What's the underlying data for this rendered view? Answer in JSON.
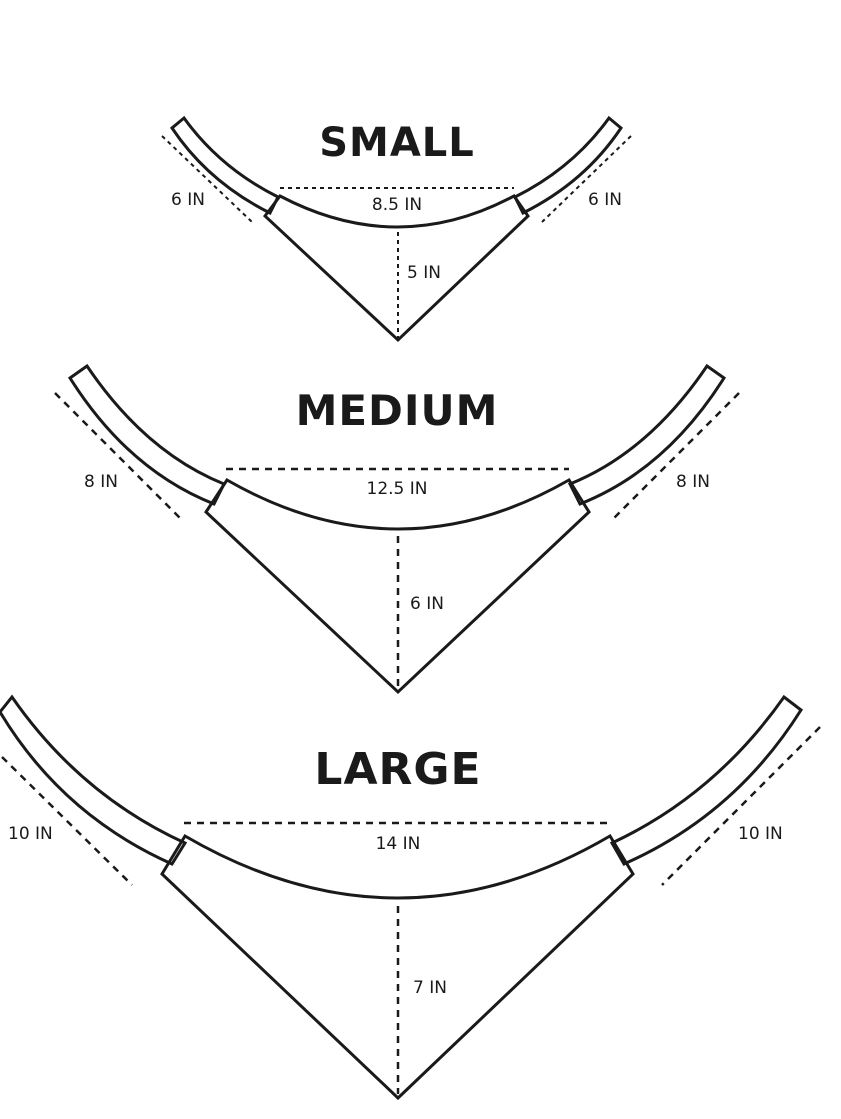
{
  "sizes": [
    {
      "title": "SMALL",
      "width": "8.5 IN",
      "depth": "5 IN",
      "left_tie": "6 IN",
      "right_tie": "6 IN"
    },
    {
      "title": "MEDIUM",
      "width": "12.5 IN",
      "depth": "6 IN",
      "left_tie": "8 IN",
      "right_tie": "8 IN"
    },
    {
      "title": "LARGE",
      "width": "14 IN",
      "depth": "7 IN",
      "left_tie": "10 IN",
      "right_tie": "10 IN"
    }
  ]
}
